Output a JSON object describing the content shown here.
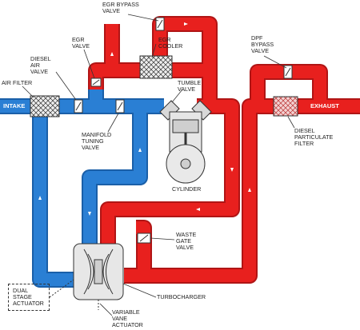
{
  "labels": {
    "egr_bypass_valve": "EGR BYPASS\nVALVE",
    "egr_valve": "EGR\nVALVE",
    "egr_cooler": "EGR\nCOOLER",
    "diesel_air_valve": "DIESEL\nAIR\nVALVE",
    "air_filter": "AIR FILTER",
    "tumble_valve": "TUMBLE\nVALVE",
    "dpf_bypass_valve": "DPF\nBYPASS\nVALVE",
    "manifold_tuning_valve": "MANIFOLD\nTUNING\nVALVE",
    "diesel_particulate_filter": "DIESEL\nPARTICULATE\nFILTER",
    "cylinder": "CYLINDER",
    "waste_gate_valve": "WASTE\nGATE\nVALVE",
    "turbocharger": "TURBOCHARGER",
    "dual_stage_actuator": "DUAL\nSTAGE\nACTUATOR",
    "variable_vane_actuator": "VARIABLE\nVANE\nACTUATOR"
  },
  "flow": {
    "intake": "INTAKE",
    "exhaust": "EXHAUST"
  },
  "colors": {
    "intake_blue": "#2a7fd4",
    "exhaust_red": "#e8201e",
    "outline": "#333333"
  }
}
